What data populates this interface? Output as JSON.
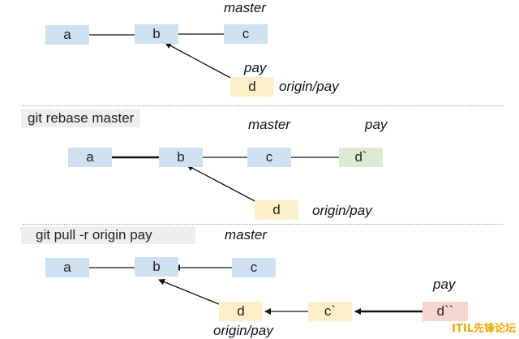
{
  "section1": {
    "nodes": {
      "a": "a",
      "b": "b",
      "c": "c",
      "d": "d"
    },
    "labels": {
      "master": "master",
      "pay": "pay",
      "origin_pay": "origin/pay"
    }
  },
  "section2": {
    "command": "git rebase master",
    "nodes": {
      "a": "a",
      "b": "b",
      "c": "c",
      "d_prime": "d`",
      "d": "d"
    },
    "labels": {
      "master": "master",
      "pay": "pay",
      "origin_pay": "origin/pay"
    }
  },
  "section3": {
    "command": "git pull -r origin pay",
    "nodes": {
      "a": "a",
      "b": "b",
      "c": "c",
      "d": "d",
      "c_prime": "c`",
      "d_double": "d``"
    },
    "labels": {
      "master": "master",
      "pay": "pay",
      "origin_pay": "origin/pay"
    }
  },
  "watermark": "ITIL先锋论坛",
  "colors": {
    "commit_blue": "#cfe0f1",
    "commit_yellow": "#fdefc8",
    "commit_green": "#d9ecd0",
    "commit_pink": "#f6d5cf",
    "watermark": "#f2a900"
  }
}
